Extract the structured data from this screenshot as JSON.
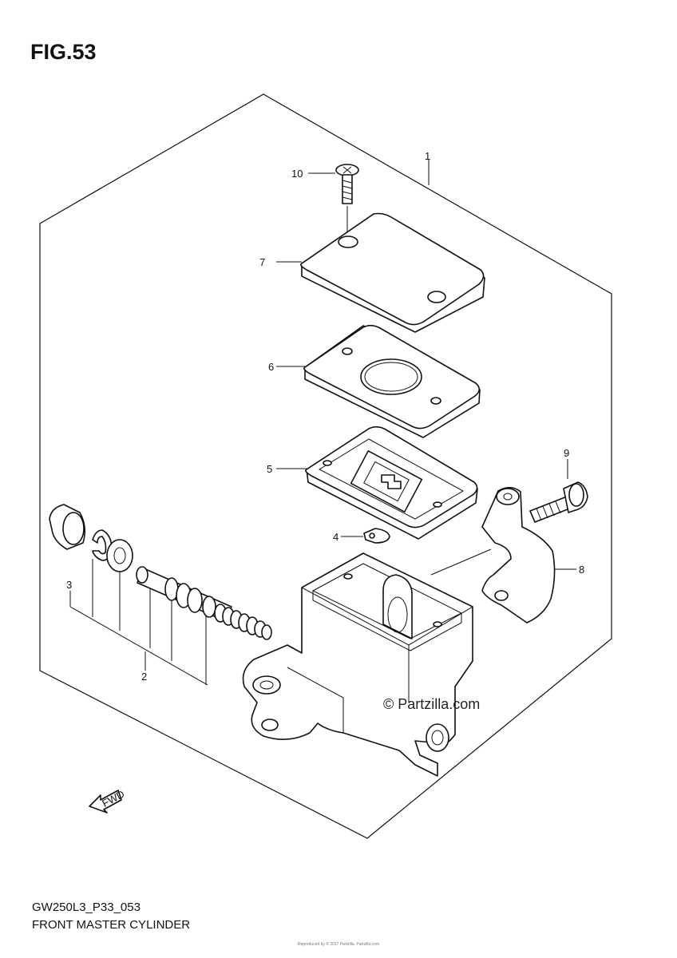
{
  "figure": {
    "title": "FIG.53",
    "model_code": "GW250L3_P33_053",
    "caption": "FRONT MASTER CYLINDER",
    "watermark": "© Partzilla.com",
    "footer_text": "Reproduced by © 2017 Partzilla. Partzilla.com"
  },
  "fwd_arrow_label": "FWD",
  "callouts": [
    {
      "id": "1",
      "label": "1"
    },
    {
      "id": "2",
      "label": "2"
    },
    {
      "id": "3",
      "label": "3"
    },
    {
      "id": "4",
      "label": "4"
    },
    {
      "id": "5",
      "label": "5"
    },
    {
      "id": "6",
      "label": "6"
    },
    {
      "id": "7",
      "label": "7"
    },
    {
      "id": "8",
      "label": "8"
    },
    {
      "id": "9",
      "label": "9"
    },
    {
      "id": "10",
      "label": "10"
    }
  ]
}
